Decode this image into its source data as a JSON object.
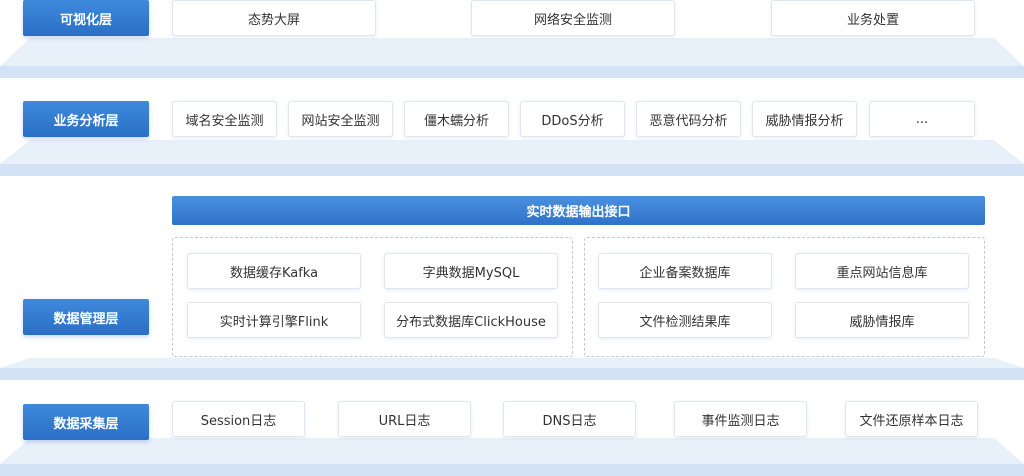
{
  "layers": {
    "visual": {
      "label": "可视化层",
      "items": [
        "态势大屏",
        "网络安全监测",
        "业务处置"
      ]
    },
    "analysis": {
      "label": "业务分析层",
      "items": [
        "域名安全监测",
        "网站安全监测",
        "僵木蠕分析",
        "DDoS分析",
        "恶意代码分析",
        "威胁情报分析",
        "..."
      ]
    },
    "management": {
      "label": "数据管理层",
      "bar": "实时数据输出接口",
      "left_group": [
        "数据缓存Kafka",
        "字典数据MySQL",
        "实时计算引擎Flink",
        "分布式数据库ClickHouse"
      ],
      "right_group": [
        "企业备案数据库",
        "重点网站信息库",
        "文件检测结果库",
        "威胁情报库"
      ]
    },
    "collection": {
      "label": "数据采集层",
      "items": [
        "Session日志",
        "URL日志",
        "DNS日志",
        "事件监测日志",
        "文件还原样本日志"
      ]
    }
  },
  "colors": {
    "tag_blue": "#2f76cc",
    "platform_top": "#e9f1fb",
    "platform_front": "#cfe0f4",
    "box_border": "#dfe6ef"
  }
}
